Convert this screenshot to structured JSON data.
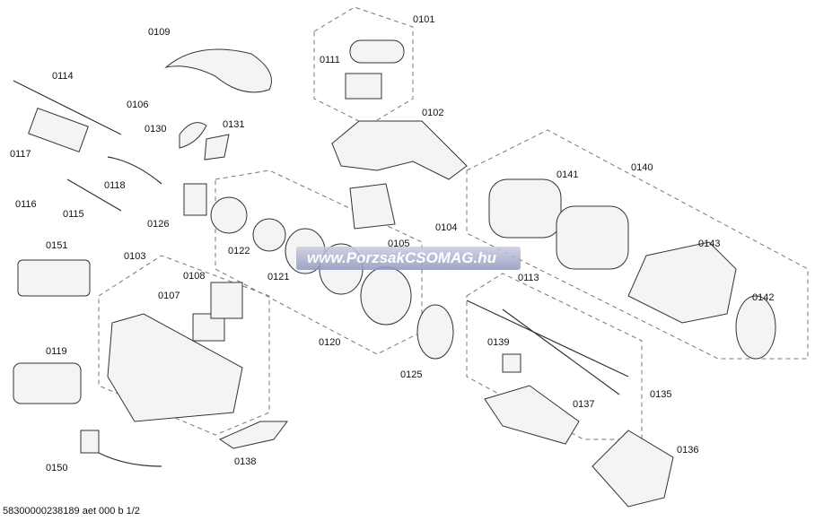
{
  "diagram": {
    "part_labels": [
      "0101",
      "0109",
      "0111",
      "0114",
      "0106",
      "0102",
      "0130",
      "0131",
      "0117",
      "0141",
      "0140",
      "0118",
      "0116",
      "0115",
      "0126",
      "0104",
      "0105",
      "0122",
      "0143",
      "0151",
      "0103",
      "0108",
      "0121",
      "0113",
      "0107",
      "0142",
      "0120",
      "0139",
      "0119",
      "0125",
      "0135",
      "0137",
      "0136",
      "0150",
      "0138"
    ],
    "footer": "58300000238189 aet 000 b 1/2",
    "watermark": "www.PorzsakCSOMAG.hu"
  }
}
